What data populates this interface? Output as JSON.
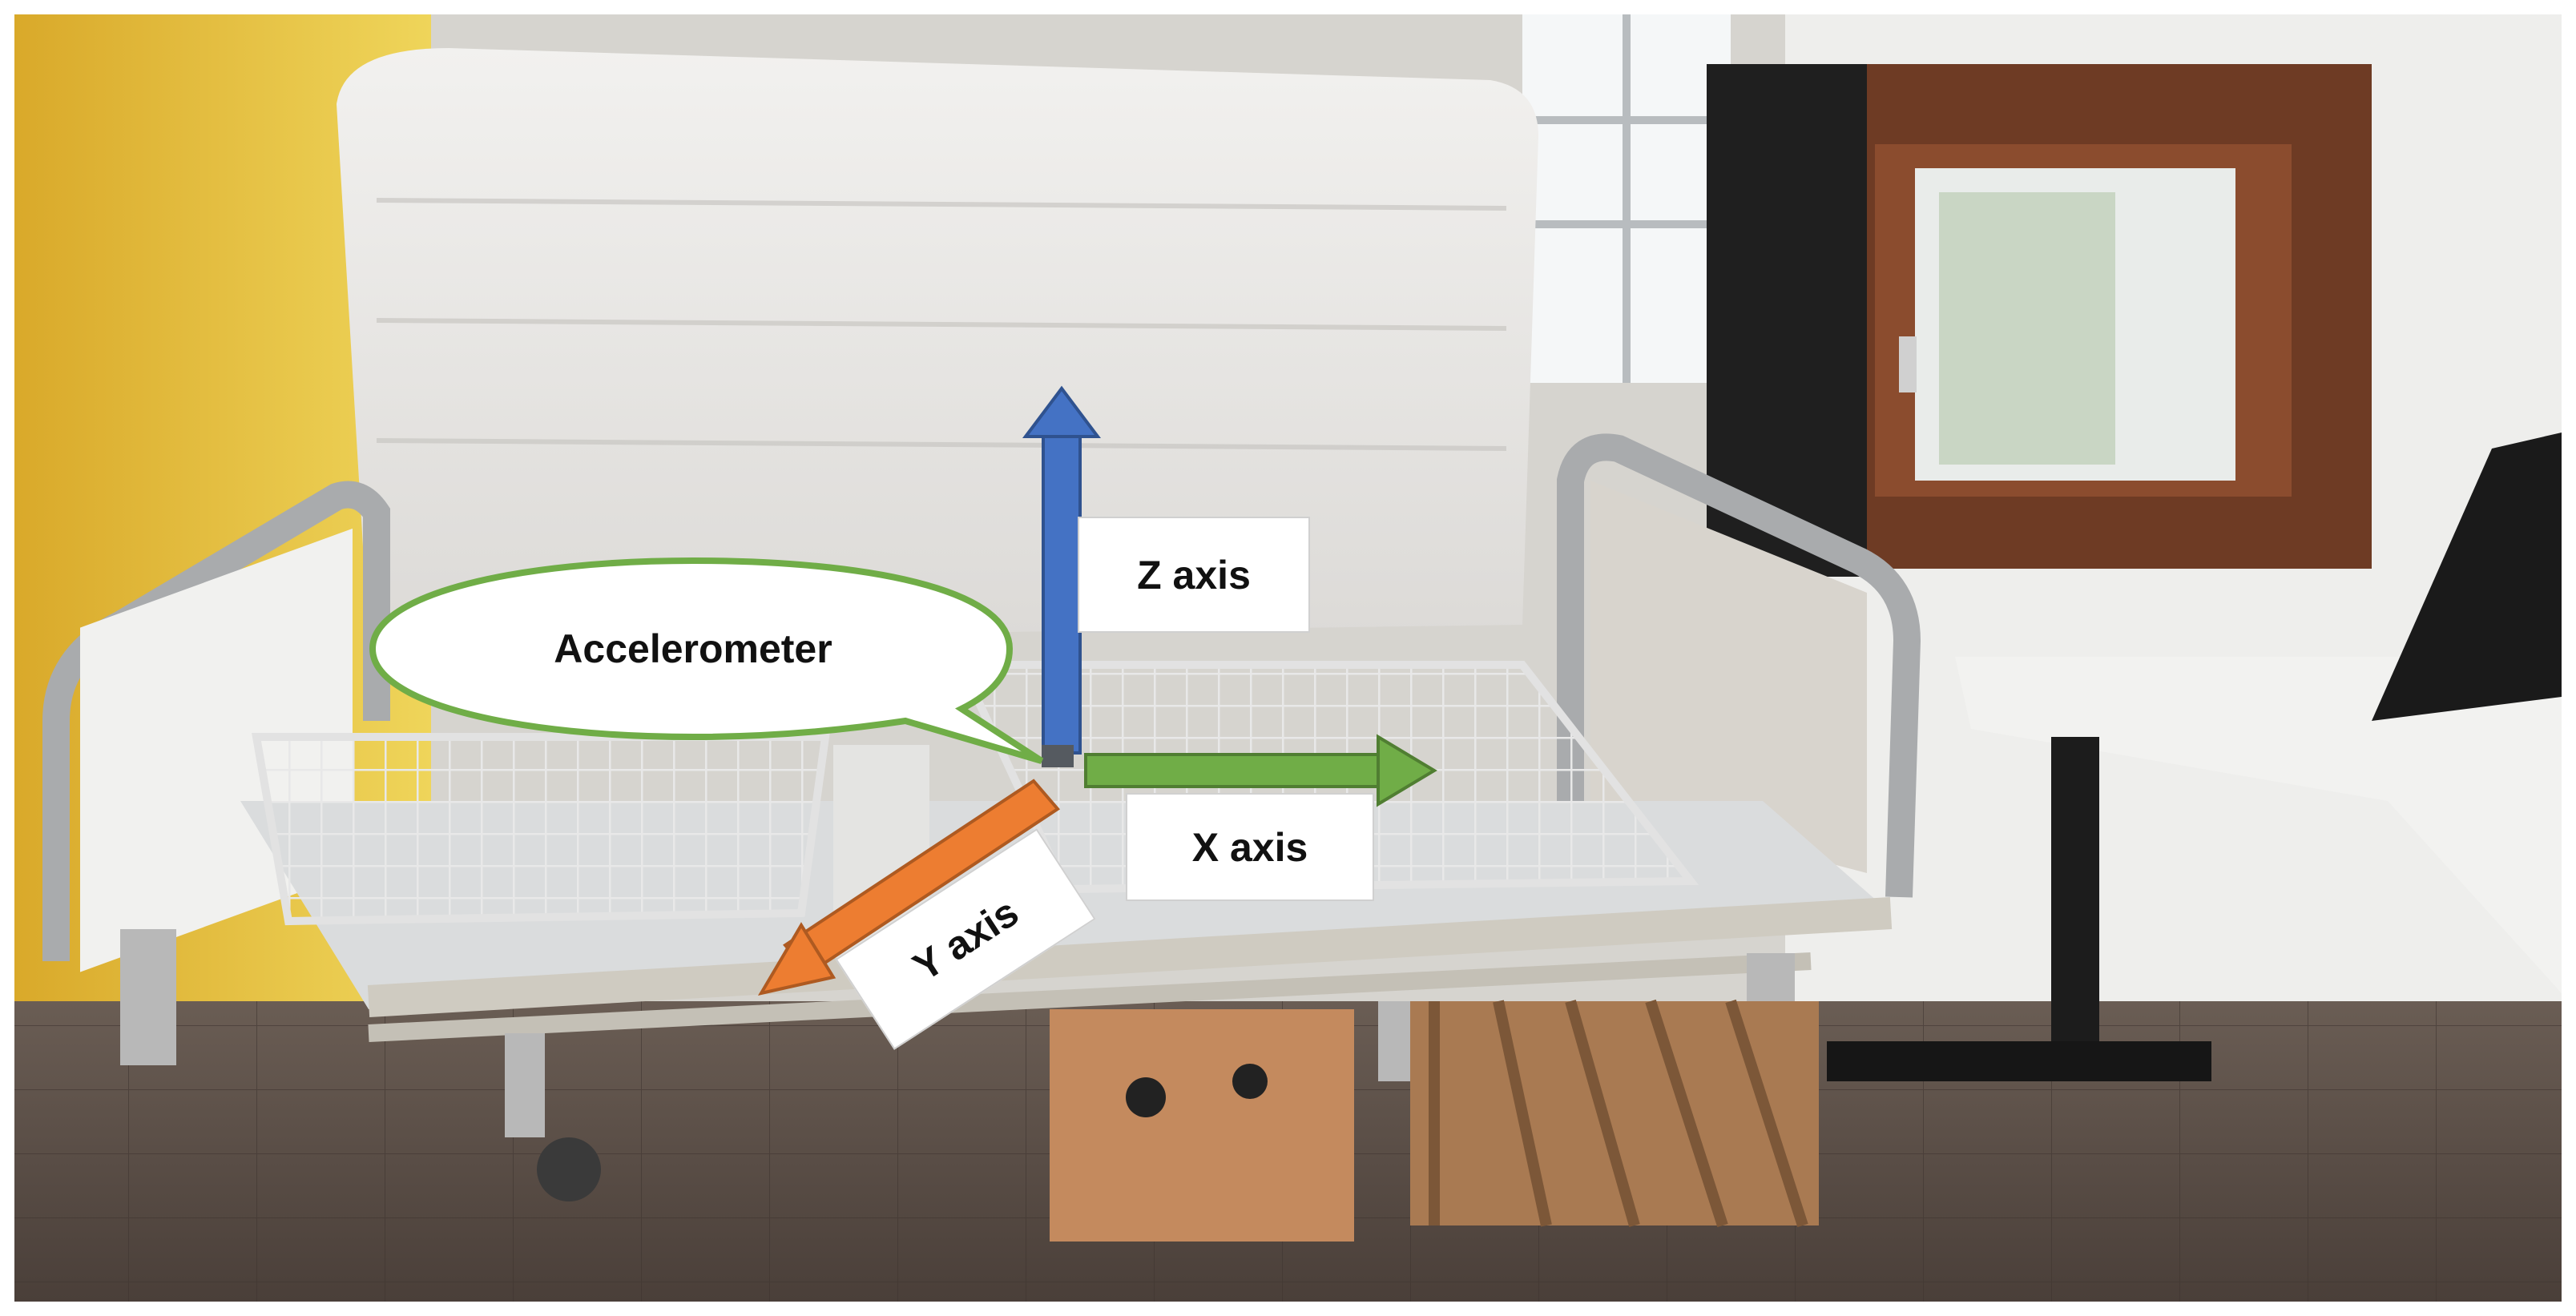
{
  "labels": {
    "callout": "Accelerometer",
    "z_axis": "Z axis",
    "x_axis": "X axis",
    "y_axis": "Y axis"
  },
  "colors": {
    "z_arrow": "#4472c4",
    "x_arrow": "#70ad47",
    "y_arrow": "#ed7d31",
    "callout_border": "#70ad47",
    "wall": "#e8c43a",
    "floor": "#5b4e46"
  }
}
